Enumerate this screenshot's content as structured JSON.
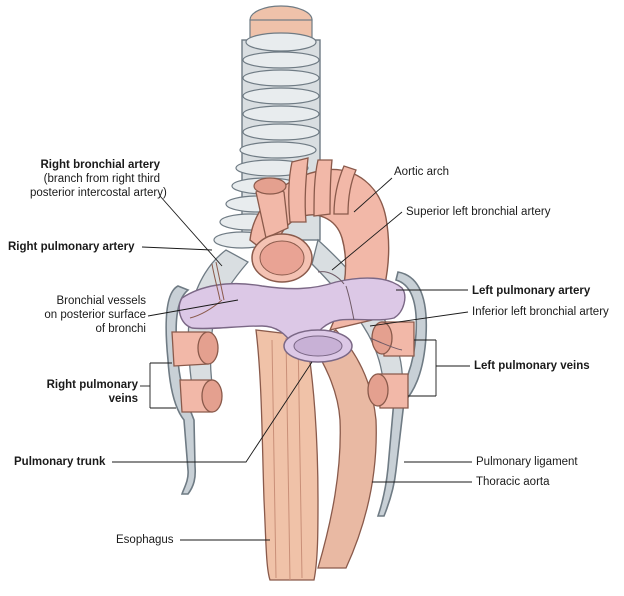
{
  "colors": {
    "artery_pink": "#f2b8a8",
    "artery_shade": "#dc8f7e",
    "pulmonary_trunk_lilac": "#dcc8e6",
    "trachea_cartilage": "#d8dde0",
    "pleura_blue_grey": "#9aa6ae",
    "esophagus_muscle": "#f0c2a8",
    "leader_line": "#1a1a1a"
  },
  "labels": {
    "right_bronchial_artery": [
      "Right bronchial artery",
      "(branch from right third",
      "posterior intercostal artery)"
    ],
    "right_pulmonary_artery": "Right pulmonary artery",
    "bronchial_vessels": [
      "Bronchial vessels",
      "on posterior surface",
      "of bronchi"
    ],
    "right_pulmonary_veins": [
      "Right pulmonary",
      "veins"
    ],
    "pulmonary_trunk": "Pulmonary trunk",
    "esophagus": "Esophagus",
    "aortic_arch": "Aortic arch",
    "superior_left_bronchial_artery": "Superior left bronchial artery",
    "left_pulmonary_artery": "Left pulmonary artery",
    "inferior_left_bronchial_artery": "Inferior left bronchial artery",
    "left_pulmonary_veins": "Left pulmonary veins",
    "pulmonary_ligament": "Pulmonary ligament",
    "thoracic_aorta": "Thoracic aorta"
  }
}
